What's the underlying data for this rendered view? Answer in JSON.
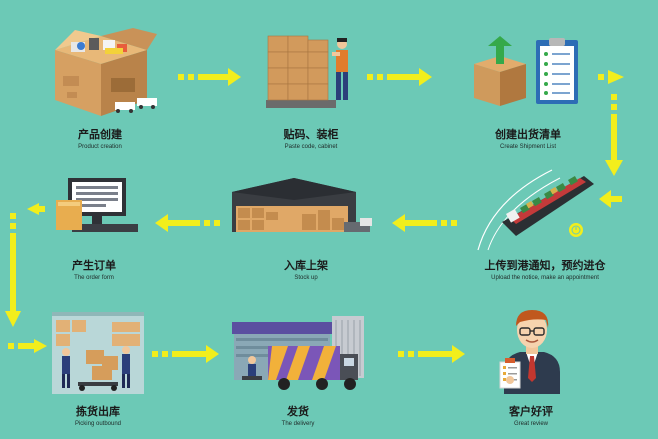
{
  "colors": {
    "background": "#6cc9b6",
    "arrow": "#f2ee1c",
    "box": "#c9935a"
  },
  "steps": [
    {
      "title": "产品创建",
      "subtitle": "Product creation",
      "icon": "product-boxes"
    },
    {
      "title": "贴码、装柜",
      "subtitle": "Paste code, cabinet",
      "icon": "worker-stacking-boxes"
    },
    {
      "title": "创建出货清单",
      "subtitle": "Create Shipment List",
      "icon": "box-and-checklist"
    },
    {
      "title": "上传到港通知，预约进仓",
      "subtitle": "Upload the notice, make an appointment",
      "icon": "cargo-ship"
    },
    {
      "title": "入库上架",
      "subtitle": "Stock up",
      "icon": "warehouse"
    },
    {
      "title": "产生订单",
      "subtitle": "The order form",
      "icon": "computer-order"
    },
    {
      "title": "拣货出库",
      "subtitle": "Picking outbound",
      "icon": "warehouse-workers"
    },
    {
      "title": "发货",
      "subtitle": "The delivery",
      "icon": "delivery-truck"
    },
    {
      "title": "客户好评",
      "subtitle": "Great review",
      "icon": "businessman-review"
    }
  ]
}
